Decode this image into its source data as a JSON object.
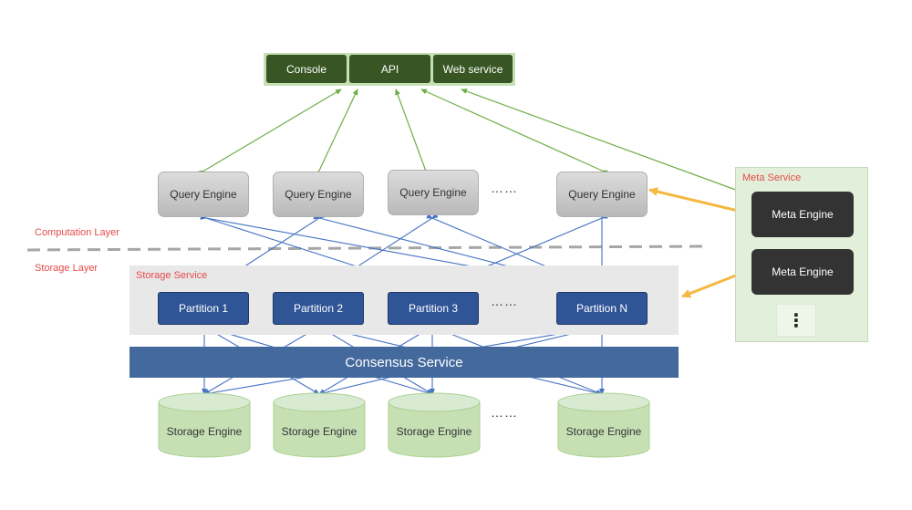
{
  "client": {
    "console": "Console",
    "api": "API",
    "web_service": "Web service"
  },
  "computation": {
    "layer_label": "Computation Layer",
    "query_engines": [
      "Query Engine",
      "Query Engine",
      "Query Engine",
      "Query Engine"
    ],
    "ellipsis": "……"
  },
  "storage": {
    "layer_label": "Storage Layer",
    "service_label": "Storage Service",
    "partitions": [
      "Partition 1",
      "Partition 2",
      "Partition 3",
      "Partition N"
    ],
    "ellipsis": "……",
    "consensus": "Consensus Service",
    "engines": [
      "Storage Engine",
      "Storage Engine",
      "Storage Engine",
      "Storage Engine"
    ],
    "engines_ellipsis": "……"
  },
  "meta": {
    "service_label": "Meta Service",
    "engines": [
      "Meta Engine",
      "Meta Engine"
    ],
    "more": "⋮"
  },
  "colors": {
    "green_arrow": "#70ad47",
    "blue_arrow": "#4472c4",
    "orange_arrow": "#f4b942",
    "label_red": "#e84a4a"
  }
}
